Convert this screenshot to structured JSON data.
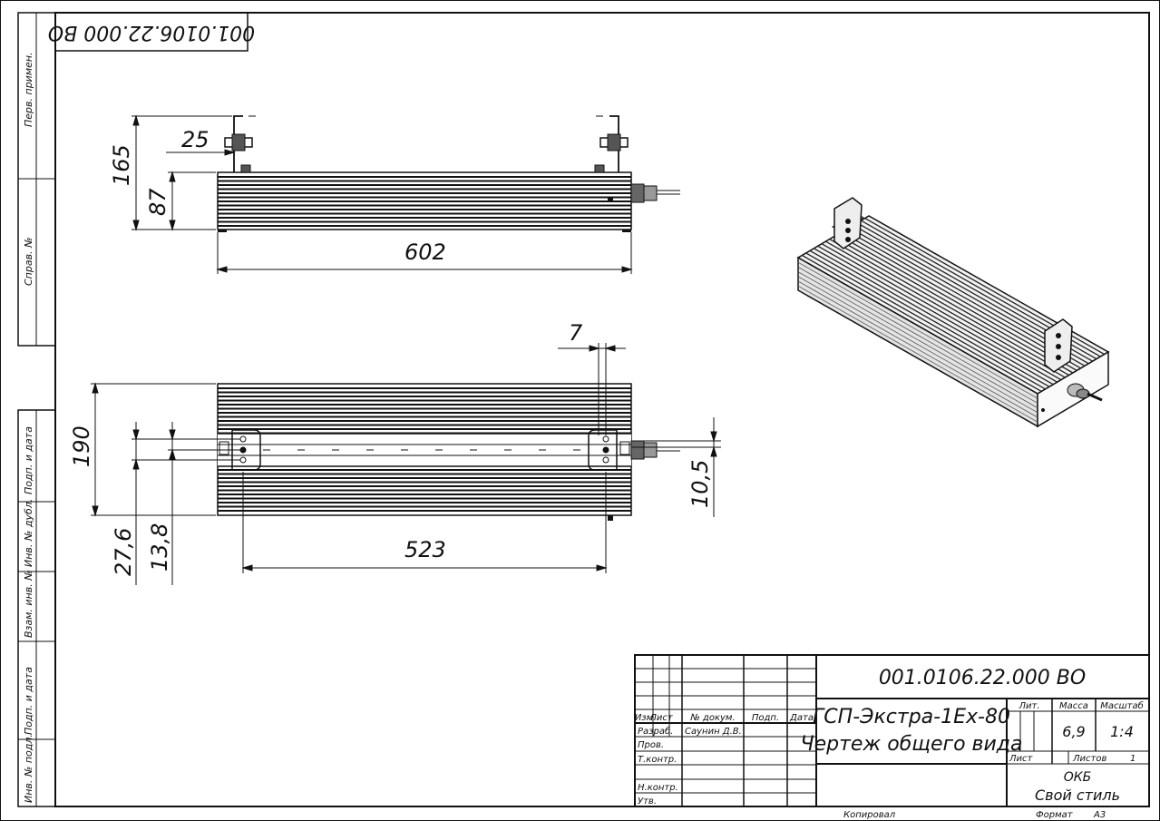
{
  "stamp_code": "001.0106.22.000 ВО",
  "side_strips": [
    "Перв. примен.",
    "Справ. №",
    "Подп. и дата",
    "Инв. № дубл.",
    "Взам. инв. №",
    "Подп. и дата",
    "Инв. № подл."
  ],
  "dimensions": {
    "d25": "25",
    "d165": "165",
    "d87": "87",
    "d602": "602",
    "d7": "7",
    "d190": "190",
    "d10_5": "10,5",
    "d27_6": "27,6",
    "d13_8": "13,8",
    "d523": "523"
  },
  "title_block": {
    "designation": "001.0106.22.000 ВО",
    "name_line1": "ГСП-Экстра-1Ех-80",
    "name_line2": "Чертеж общего вида",
    "col_izm": "Изм",
    "col_list": "Лист",
    "col_docnum": "№ докум.",
    "col_podp": "Подп.",
    "col_data": "Дата",
    "row_razrab": "Разраб.",
    "razrab_name": "Саунин Д.В.",
    "row_prov": "Пров.",
    "row_tkontr": "Т.контр.",
    "row_nkontr": "Н.контр.",
    "row_utv": "Утв.",
    "hdr_lit": "Лит.",
    "hdr_massa": "Масса",
    "hdr_masshtab": "Масштаб",
    "val_massa": "6,9",
    "val_masshtab": "1:4",
    "lbl_list": "Лист",
    "lbl_listov": "Листов",
    "val_listov": "1",
    "org_line1": "ОКБ",
    "org_line2": "Свой стиль"
  },
  "footer": {
    "kopiroval": "Копировал",
    "format_label": "Формат",
    "format_value": "А3"
  }
}
